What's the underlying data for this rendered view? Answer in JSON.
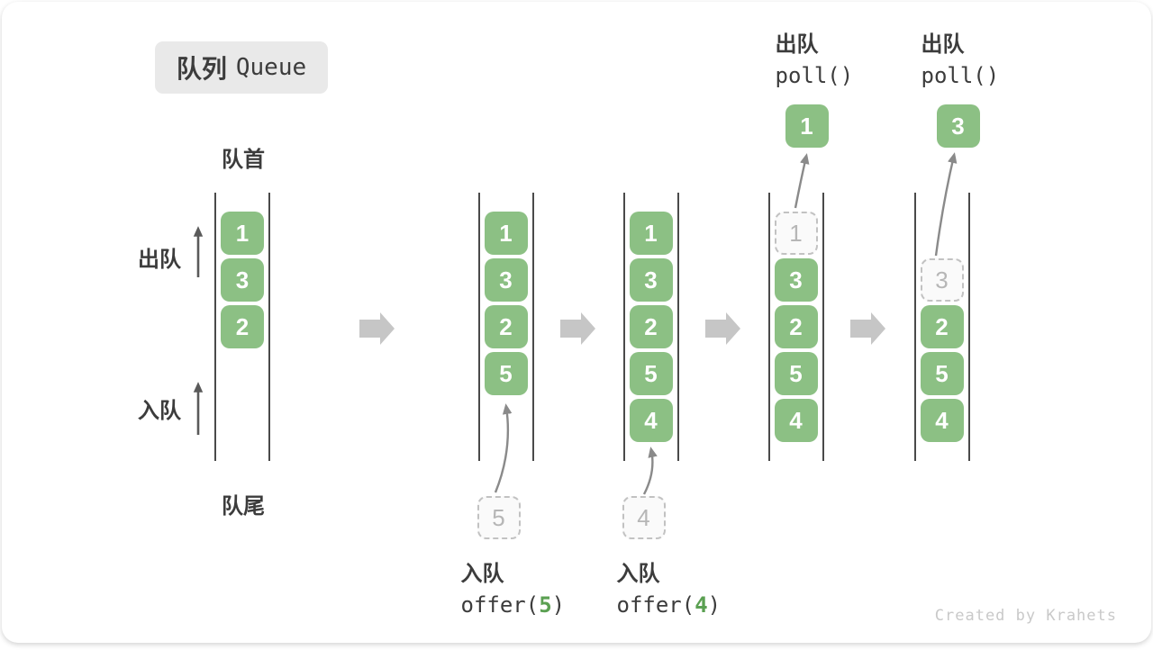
{
  "title": {
    "zh": "队列",
    "en": "Queue"
  },
  "labels": {
    "front": "队首",
    "rear": "队尾",
    "dequeue": "出队",
    "enqueue": "入队"
  },
  "watermark": "Created by Krahets",
  "colors": {
    "item_green": "#8cc084",
    "code_green": "#5ba052",
    "flow_arrow_gray": "#c6c6c6",
    "curve_arrow_gray": "#8a8a8a",
    "dashed_border_gray": "#c2c2c2",
    "text_dark": "#3c3c3c"
  },
  "queues": [
    {
      "slots": [
        {
          "value": "1",
          "state": "filled"
        },
        {
          "value": "3",
          "state": "filled"
        },
        {
          "value": "2",
          "state": "filled"
        },
        null,
        null
      ]
    },
    {
      "slots": [
        {
          "value": "1",
          "state": "filled"
        },
        {
          "value": "3",
          "state": "filled"
        },
        {
          "value": "2",
          "state": "filled"
        },
        {
          "value": "5",
          "state": "filled"
        },
        null
      ],
      "incoming": {
        "value": "5"
      },
      "caption": {
        "zh": "入队",
        "code": [
          {
            "t": "offer(",
            "c": "dark"
          },
          {
            "t": "5",
            "c": "green"
          },
          {
            "t": ")",
            "c": "dark"
          }
        ]
      }
    },
    {
      "slots": [
        {
          "value": "1",
          "state": "filled"
        },
        {
          "value": "3",
          "state": "filled"
        },
        {
          "value": "2",
          "state": "filled"
        },
        {
          "value": "5",
          "state": "filled"
        },
        {
          "value": "4",
          "state": "filled"
        }
      ],
      "incoming": {
        "value": "4"
      },
      "caption": {
        "zh": "入队",
        "code": [
          {
            "t": "offer(",
            "c": "dark"
          },
          {
            "t": "4",
            "c": "green"
          },
          {
            "t": ")",
            "c": "dark"
          }
        ]
      }
    },
    {
      "slots": [
        {
          "value": "1",
          "state": "removed"
        },
        {
          "value": "3",
          "state": "filled"
        },
        {
          "value": "2",
          "state": "filled"
        },
        {
          "value": "5",
          "state": "filled"
        },
        {
          "value": "4",
          "state": "filled"
        }
      ],
      "outgoing": {
        "value": "1"
      },
      "header": {
        "zh": "出队",
        "code": [
          {
            "t": "poll()",
            "c": "dark"
          }
        ]
      }
    },
    {
      "slots": [
        null,
        {
          "value": "3",
          "state": "removed"
        },
        {
          "value": "2",
          "state": "filled"
        },
        {
          "value": "5",
          "state": "filled"
        },
        {
          "value": "4",
          "state": "filled"
        }
      ],
      "outgoing": {
        "value": "3"
      },
      "header": {
        "zh": "出队",
        "code": [
          {
            "t": "poll()",
            "c": "dark"
          }
        ]
      }
    }
  ]
}
